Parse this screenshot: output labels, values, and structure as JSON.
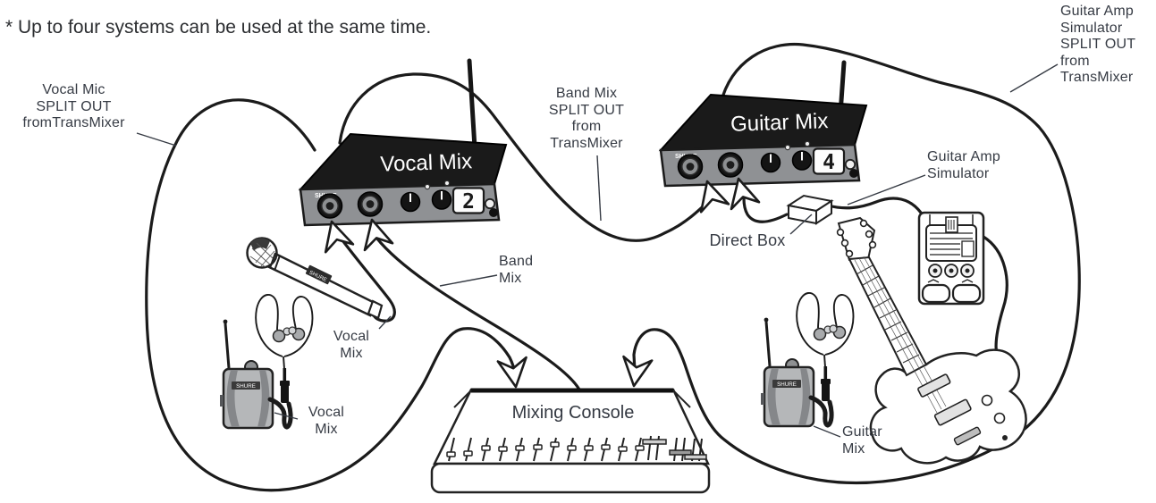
{
  "note": "* Up to four systems can be used at the same time.",
  "brand": "SHURE",
  "devices": {
    "vocal": {
      "title": "Vocal Mix",
      "display": "2"
    },
    "guitar": {
      "title": "Guitar Mix",
      "display": "4"
    }
  },
  "labels": {
    "vocal_mic_split": "Vocal Mic\nSPLIT OUT\nfromTransMixer",
    "band_mix_split": "Band Mix\nSPLIT OUT\nfrom\nTransMixer",
    "guitar_amp_split": "Guitar Amp\nSimulator\nSPLIT OUT\nfrom\nTransMixer",
    "band_mix": "Band\nMix",
    "vocal_mix_cable": "Vocal\nMix",
    "vocal_mix_pack": "Vocal\nMix",
    "guitar_mix_pack": "Guitar\nMix",
    "mixing_console": "Mixing Console",
    "direct_box": "Direct Box",
    "guitar_amp_sim": "Guitar Amp\nSimulator"
  },
  "colors": {
    "line": "#1b1b1b",
    "panel_gray": "#8f9194",
    "device_top": "#1a1a1a",
    "label_text": "#363b44"
  }
}
